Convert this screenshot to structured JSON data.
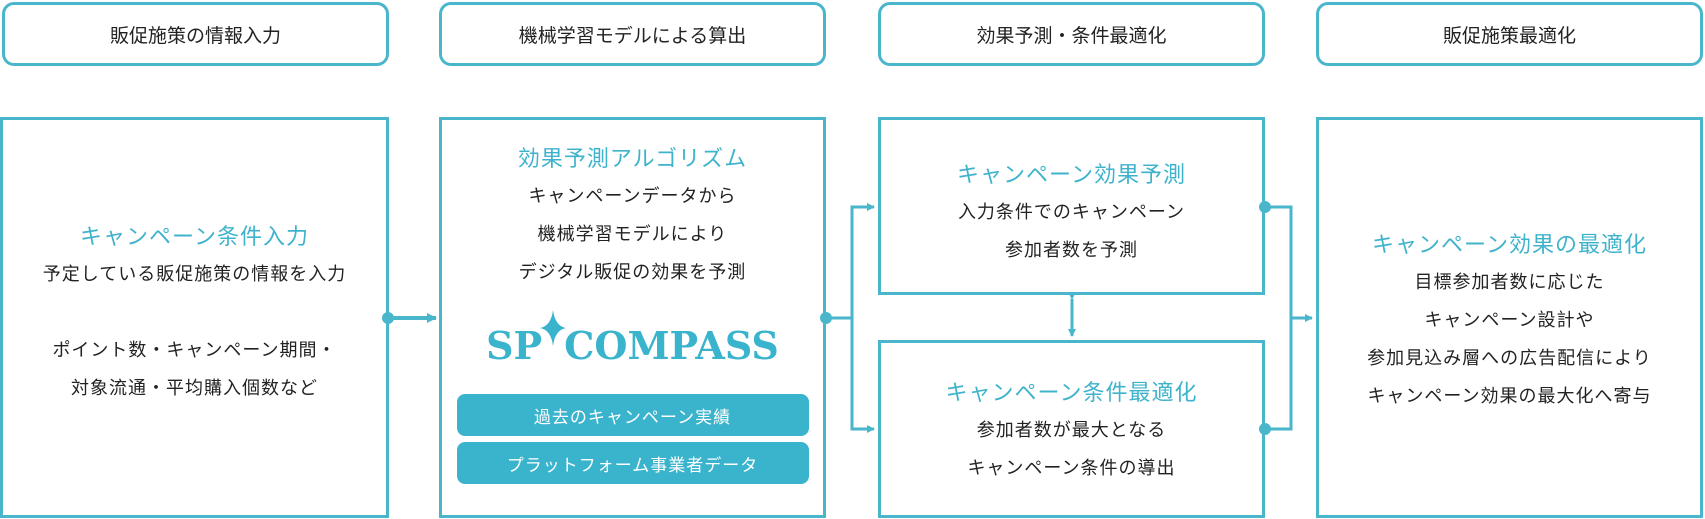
{
  "headers": [
    "販促施策の情報入力",
    "機械学習モデルによる算出",
    "効果予測・条件最適化",
    "販促施策最適化"
  ],
  "col1": {
    "title": "キャンペーン条件入力",
    "lines": [
      "予定している販促施策の情報を入力",
      "",
      "ポイント数・キャンペーン期間・",
      "対象流通・平均購入個数など"
    ]
  },
  "col2": {
    "title": "効果予測アルゴリズム",
    "lines": [
      "キャンペーンデータから",
      "機械学習モデルにより",
      "デジタル販促の効果を予測"
    ],
    "logo": {
      "left": "SP",
      "right": "COMPASS",
      "icon": "sparkle-star-icon"
    },
    "data_sources": [
      "過去のキャンペーン実績",
      "プラットフォーム事業者データ"
    ]
  },
  "col3": {
    "upper": {
      "title": "キャンペーン効果予測",
      "lines": [
        "入力条件でのキャンペーン",
        "参加者数を予測"
      ]
    },
    "lower": {
      "title": "キャンペーン条件最適化",
      "lines": [
        "参加者数が最大となる",
        "キャンペーン条件の導出"
      ]
    }
  },
  "col4": {
    "title": "キャンペーン効果の最適化",
    "lines": [
      "目標参加者数に応じた",
      "キャンペーン設計や",
      "参加見込み層への広告配信により",
      "キャンペーン効果の最大化へ寄与"
    ]
  },
  "colors": {
    "accent": "#4ab6cc",
    "pill": "#3ab3cc",
    "text": "#222222"
  }
}
